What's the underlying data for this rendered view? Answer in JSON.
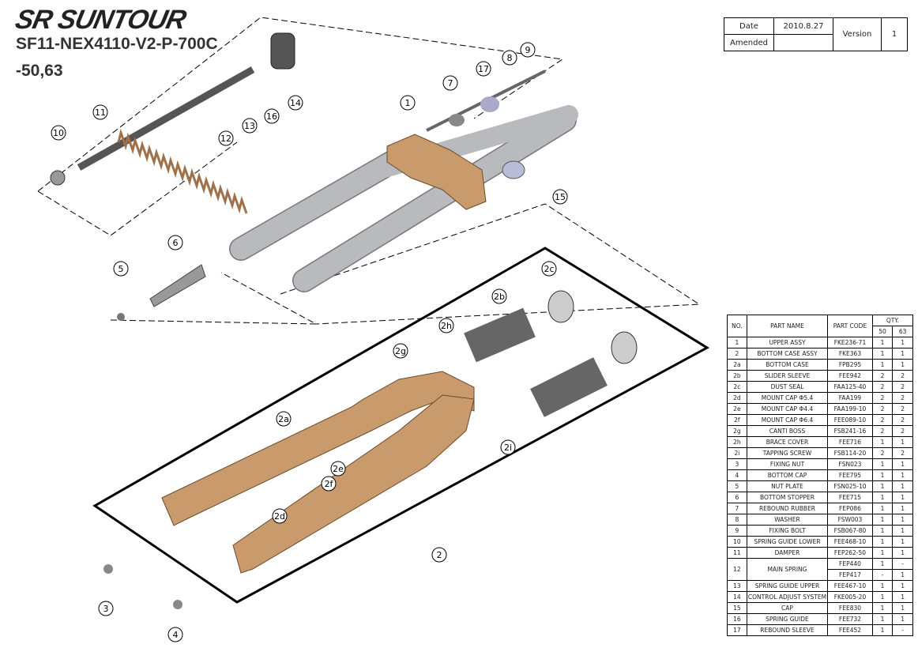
{
  "brand": "SR SUNTOUR",
  "title_line1": "SF11-NEX4110-V2-P-700C",
  "title_line2": "-50,63",
  "header": {
    "date_label": "Date",
    "date": "2010.8.27",
    "amended_label": "Amended",
    "amended": "",
    "version_label": "Version",
    "version": "1"
  },
  "table": {
    "col_no": "NO.",
    "col_name": "PART NAME",
    "col_code": "PART CODE",
    "col_qty": "QTY.",
    "col_50": "50",
    "col_63": "63",
    "rows": [
      [
        "1",
        "UPPER ASSY",
        "FKE236-71",
        "1",
        "1"
      ],
      [
        "2",
        "BOTTOM CASE ASSY",
        "FKE363",
        "1",
        "1"
      ],
      [
        "2a",
        "BOTTOM CASE",
        "FPB295",
        "1",
        "1"
      ],
      [
        "2b",
        "SLIDER SLEEVE",
        "FEE942",
        "2",
        "2"
      ],
      [
        "2c",
        "DUST SEAL",
        "FAA125-40",
        "2",
        "2"
      ],
      [
        "2d",
        "MOUNT CAP Φ5.4",
        "FAA199",
        "2",
        "2"
      ],
      [
        "2e",
        "MOUNT CAP Φ4.4",
        "FAA199-10",
        "2",
        "2"
      ],
      [
        "2f",
        "MOUNT CAP Φ6.4",
        "FEE089-10",
        "2",
        "2"
      ],
      [
        "2g",
        "CANTI BOSS",
        "FSB241-16",
        "2",
        "2"
      ],
      [
        "2h",
        "BRACE COVER",
        "FEE716",
        "1",
        "1"
      ],
      [
        "2i",
        "TAPPING SCREW",
        "FSB114-20",
        "2",
        "2"
      ],
      [
        "3",
        "FIXING NUT",
        "FSN023",
        "1",
        "1"
      ],
      [
        "4",
        "BOTTOM CAP",
        "FEE795",
        "1",
        "1"
      ],
      [
        "5",
        "NUT PLATE",
        "FSN025-10",
        "1",
        "1"
      ],
      [
        "6",
        "BOTTOM STOPPER",
        "FEE715",
        "1",
        "1"
      ],
      [
        "7",
        "REBOUND RUBBER",
        "FEP086",
        "1",
        "1"
      ],
      [
        "8",
        "WASHER",
        "FSW003",
        "1",
        "1"
      ],
      [
        "9",
        "FIXING BOLT",
        "FSB067-80",
        "1",
        "1"
      ],
      [
        "10",
        "SPRING GUIDE LOWER",
        "FEE468-10",
        "1",
        "1"
      ],
      [
        "11",
        "DAMPER",
        "FEP262-50",
        "1",
        "1"
      ],
      [
        "12",
        "MAIN SPRING",
        "FEP440",
        "1",
        "-"
      ],
      [
        "",
        "",
        "FEP417",
        "-",
        "1"
      ],
      [
        "13",
        "SPRING GUIDE UPPER",
        "FEE467-10",
        "1",
        "1"
      ],
      [
        "14",
        "CONTROL ADJUST SYSTEM",
        "FKE005-20",
        "1",
        "1"
      ],
      [
        "15",
        "CAP",
        "FEE830",
        "1",
        "1"
      ],
      [
        "16",
        "SPRING GUIDE",
        "FEE732",
        "1",
        "1"
      ],
      [
        "17",
        "REBOUND SLEEVE",
        "FEE452",
        "1",
        "-"
      ]
    ]
  },
  "callouts": [
    "1",
    "2",
    "2a",
    "2b",
    "2c",
    "2d",
    "2e",
    "2f",
    "2g",
    "2h",
    "2i",
    "3",
    "4",
    "5",
    "6",
    "7",
    "8",
    "9",
    "10",
    "11",
    "12",
    "13",
    "14",
    "15",
    "16",
    "17"
  ],
  "colors": {
    "copper": "#c99a6c",
    "gray": "#b8babd",
    "line": "#000000"
  }
}
